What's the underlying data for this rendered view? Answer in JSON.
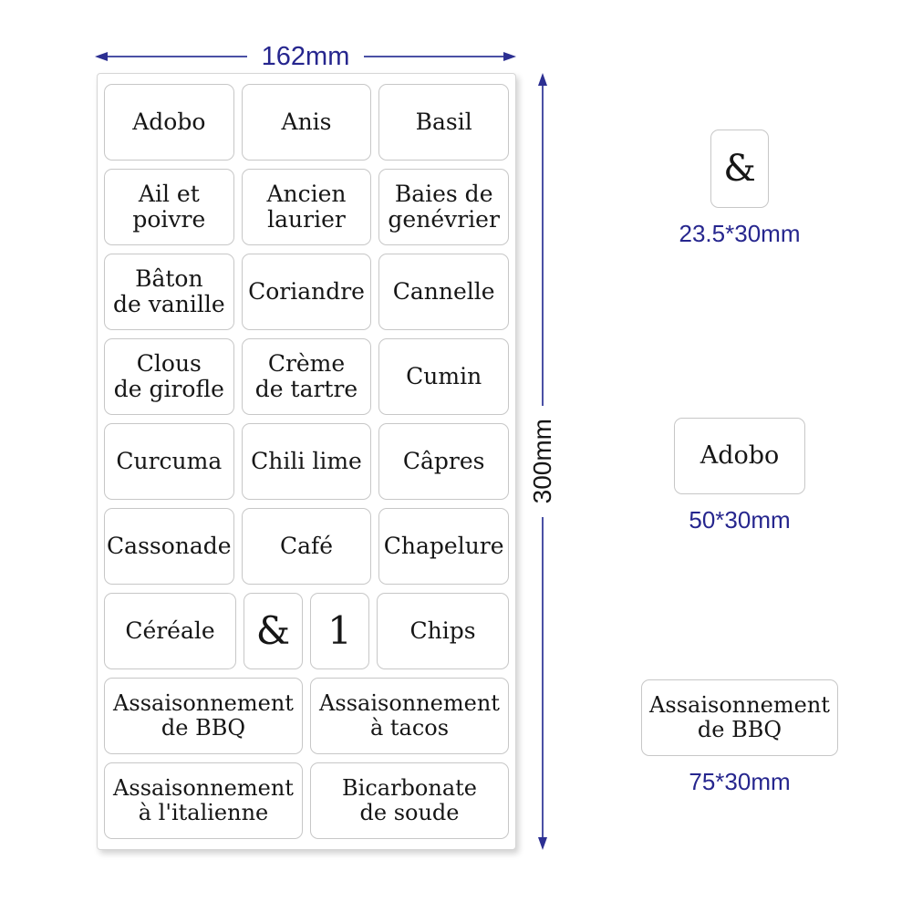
{
  "dimensions": {
    "width_label": "162mm",
    "height_label": "300mm"
  },
  "sheet": {
    "rows": [
      {
        "cells": [
          {
            "text": "Adobo"
          },
          {
            "text": "Anis"
          },
          {
            "text": "Basil"
          }
        ]
      },
      {
        "cells": [
          {
            "text": "Ail et\npoivre"
          },
          {
            "text": "Ancien\nlaurier"
          },
          {
            "text": "Baies de\ngenévrier"
          }
        ]
      },
      {
        "cells": [
          {
            "text": "Bâton\nde vanille"
          },
          {
            "text": "Coriandre"
          },
          {
            "text": "Cannelle"
          }
        ]
      },
      {
        "cells": [
          {
            "text": "Clous\nde girofle"
          },
          {
            "text": "Crème\nde tartre"
          },
          {
            "text": "Cumin"
          }
        ]
      },
      {
        "cells": [
          {
            "text": "Curcuma"
          },
          {
            "text": "Chili lime"
          },
          {
            "text": "Câpres"
          }
        ]
      },
      {
        "cells": [
          {
            "text": "Cassonade"
          },
          {
            "text": "Café"
          },
          {
            "text": "Chapelure"
          }
        ]
      },
      {
        "cells": [
          {
            "text": "Céréale"
          },
          {
            "text": "&"
          },
          {
            "text": "1"
          },
          {
            "text": "Chips"
          }
        ]
      },
      {
        "cells": [
          {
            "text": "Assaisonnement\nde BBQ"
          },
          {
            "text": "Assaisonnement\nà tacos"
          }
        ]
      },
      {
        "cells": [
          {
            "text": "Assaisonnement\nà l'italienne"
          },
          {
            "text": "Bicarbonate\nde soude"
          }
        ]
      }
    ]
  },
  "samples": [
    {
      "label": "&",
      "size": "23.5*30mm"
    },
    {
      "label": "Adobo",
      "size": "50*30mm"
    },
    {
      "label": "Assaisonnement\nde BBQ",
      "size": "75*30mm"
    }
  ],
  "colors": {
    "dimension_text_blue": "#26268e",
    "dimension_line_blue": "#4a50a5",
    "label_text": "#161616",
    "label_border": "#c7c7c7"
  }
}
